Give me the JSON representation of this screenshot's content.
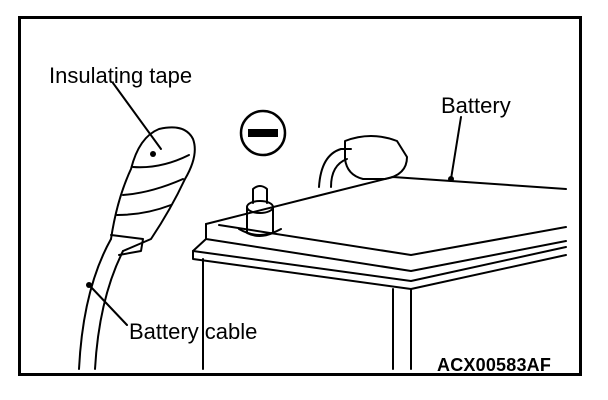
{
  "labels": {
    "insulating_tape": "Insulating tape",
    "battery": "Battery",
    "battery_cable": "Battery cable",
    "figure_code": "ACX00583AF"
  },
  "symbols": {
    "negative_terminal": "negative-terminal-icon"
  },
  "colors": {
    "line": "#000000",
    "background": "#ffffff"
  }
}
